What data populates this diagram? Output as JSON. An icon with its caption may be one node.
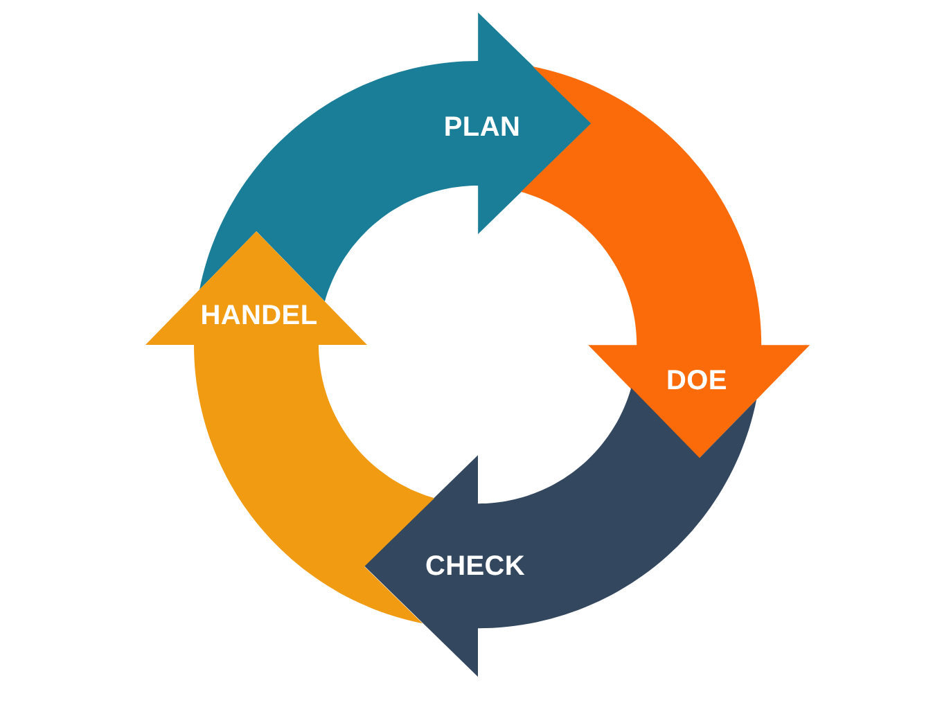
{
  "diagram": {
    "nodes": [
      {
        "text": [
          "PLAN"
        ]
      },
      {
        "text": [
          "DOE"
        ]
      },
      {
        "text": [
          "CHECK"
        ]
      },
      {
        "text": [
          "HANDEL"
        ]
      }
    ]
  }
}
